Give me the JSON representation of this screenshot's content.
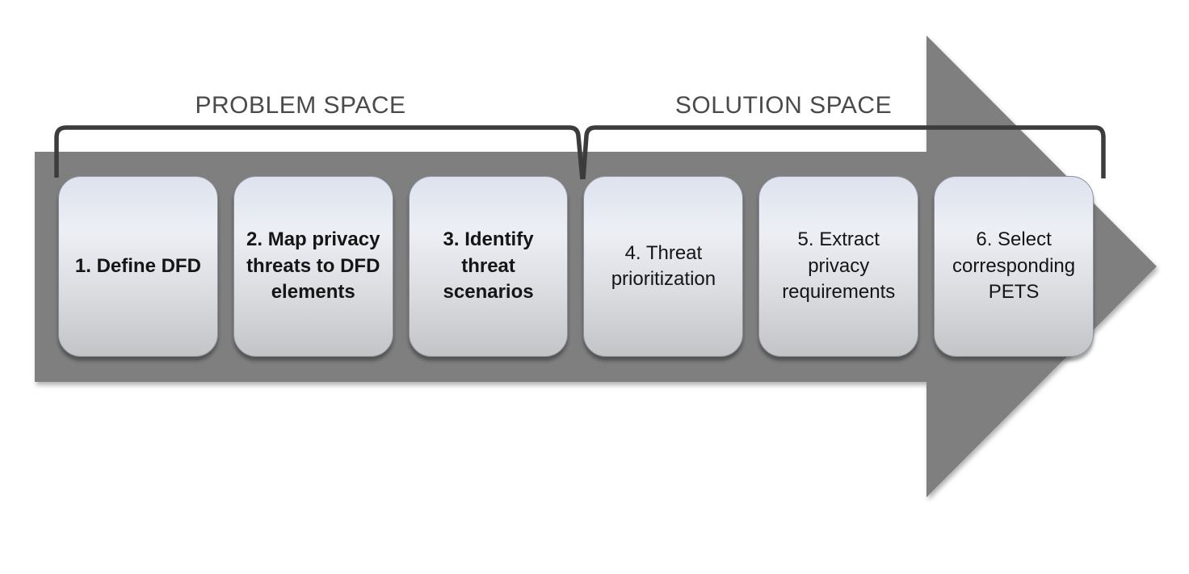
{
  "diagram": {
    "type": "process-flow",
    "problem_space_label": "PROBLEM SPACE",
    "solution_space_label": "SOLUTION SPACE",
    "steps": [
      {
        "label": "1. Define DFD",
        "phase": "problem",
        "emphasis": "bold"
      },
      {
        "label": "2. Map privacy threats to DFD elements",
        "phase": "problem",
        "emphasis": "bold"
      },
      {
        "label": "3. Identify threat scenarios",
        "phase": "problem",
        "emphasis": "bold"
      },
      {
        "label": "4. Threat prioritization",
        "phase": "solution",
        "emphasis": "regular"
      },
      {
        "label": "5. Extract privacy requirements",
        "phase": "solution",
        "emphasis": "regular"
      },
      {
        "label": "6. Select corresponding PETS",
        "phase": "solution",
        "emphasis": "regular"
      }
    ],
    "colors": {
      "arrow": "#7f7f7f",
      "bracket": "#3c3c3c",
      "space_label_text": "#4a4a4a",
      "step_box_gradient_top": "#dde2ee",
      "step_box_gradient_bottom": "#c3c4c6",
      "step_box_border": "#8b929c",
      "step_text": "#151515"
    }
  }
}
